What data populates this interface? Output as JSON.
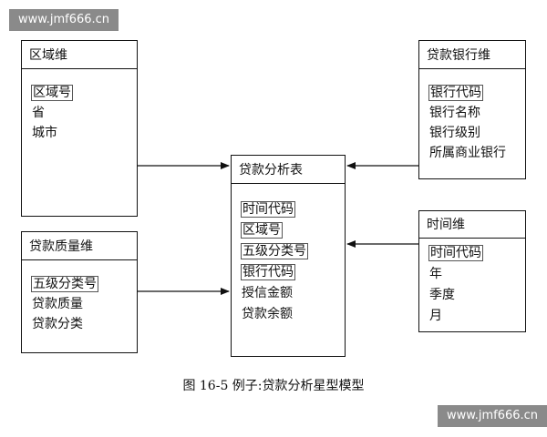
{
  "watermark": "www.jmf666.cn",
  "caption": "图 16-5 例子:贷款分析星型模型",
  "fact_table": {
    "title": "贷款分析表",
    "fields": [
      "时间代码",
      "区域号",
      "五级分类号",
      "银行代码",
      "授信金额",
      "贷款余额"
    ]
  },
  "dimensions": {
    "region": {
      "title": "区域维",
      "fields": [
        "区域号",
        "省",
        "城市"
      ]
    },
    "bank": {
      "title": "贷款银行维",
      "fields": [
        "银行代码",
        "银行名称",
        "银行级别",
        "所属商业银行"
      ]
    },
    "quality": {
      "title": "贷款质量维",
      "fields": [
        "五级分类号",
        "贷款质量",
        "贷款分类"
      ]
    },
    "time": {
      "title": "时间维",
      "fields": [
        "时间代码",
        "年",
        "季度",
        "月"
      ]
    }
  }
}
